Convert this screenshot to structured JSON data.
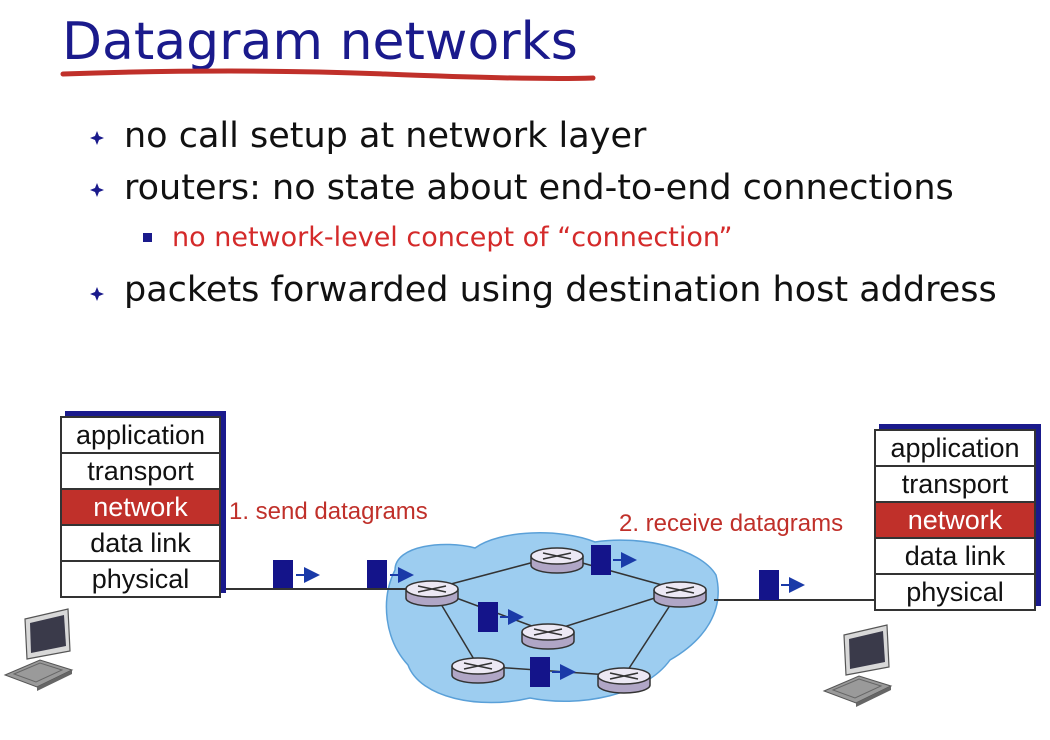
{
  "slide": {
    "title": "Datagram networks",
    "colors": {
      "title": "#1a1a8c",
      "highlight": "#c0302a",
      "cloud": "#9dcdf0"
    }
  },
  "bullets": [
    {
      "text": "no call setup at network layer",
      "icon": "diamond-bullet-icon"
    },
    {
      "text": "routers: no state about end-to-end connections",
      "icon": "diamond-bullet-icon"
    },
    {
      "text": "packets forwarded using destination host address",
      "icon": "diamond-bullet-icon"
    }
  ],
  "sub_bullet": {
    "text": "no network-level concept of “connection”",
    "icon": "square-bullet-icon"
  },
  "diagram": {
    "sender_stack": {
      "layers": [
        "application",
        "transport",
        "network",
        "data link",
        "physical"
      ],
      "highlighted": "network"
    },
    "receiver_stack": {
      "layers": [
        "application",
        "transport",
        "network",
        "data link",
        "physical"
      ],
      "highlighted": "network"
    },
    "labels": {
      "send": "1. send datagrams",
      "receive": "2. receive datagrams"
    },
    "icons": [
      "computer-icon",
      "router-icon",
      "datagram-icon",
      "network-cloud"
    ]
  }
}
